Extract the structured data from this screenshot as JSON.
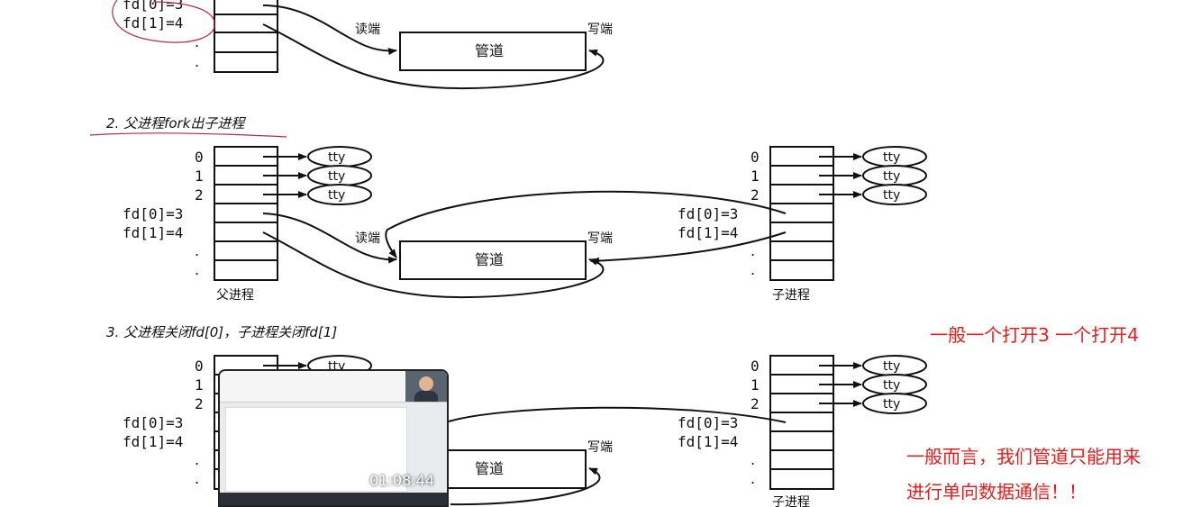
{
  "fd_labels": {
    "zero": "0",
    "one": "1",
    "two": "2",
    "fd0": "fd[0]=3",
    "fd1": "fd[1]=4",
    "dot": "."
  },
  "tty": "tty",
  "pipe": "管道",
  "read_end": "读端",
  "write_end": "写端",
  "parent": "父进程",
  "child": "子进程",
  "steps": {
    "step2": "2. 父进程fork出子进程",
    "step3": "3. 父进程关闭fd[0]，子进程关闭fd[1]"
  },
  "notes": {
    "note1": "一般一个打开3 一个打开4",
    "note2_line1": "一般而言，我们管道只能用来",
    "note2_line2": "进行单向数据通信！！"
  },
  "video": {
    "time": "01:08:44"
  },
  "colors": {
    "ink": "#111111",
    "annotation_red": "#e02020",
    "sketch_red": "#b03040"
  }
}
